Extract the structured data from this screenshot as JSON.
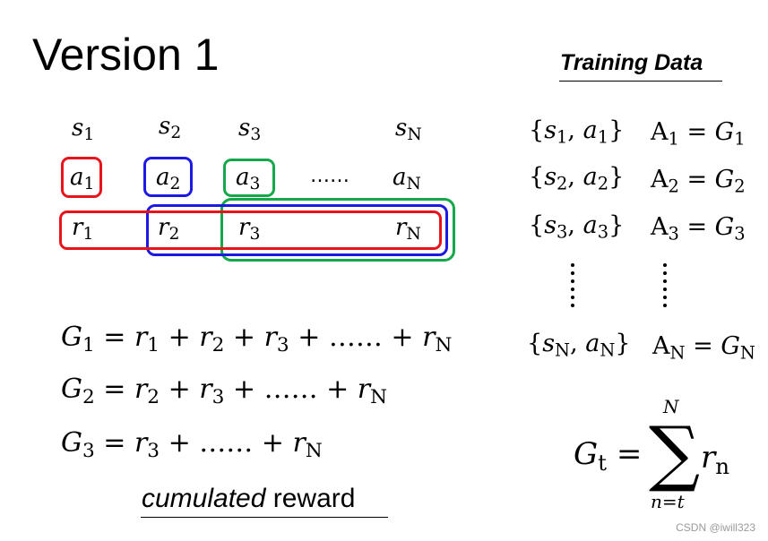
{
  "title": "Version 1",
  "training_data_title": "Training Data",
  "states": [
    {
      "base": "s",
      "sub": "1"
    },
    {
      "base": "s",
      "sub": "2"
    },
    {
      "base": "s",
      "sub": "3"
    },
    {
      "base": "s",
      "sub": "N"
    }
  ],
  "actions": [
    {
      "base": "a",
      "sub": "1"
    },
    {
      "base": "a",
      "sub": "2"
    },
    {
      "base": "a",
      "sub": "3"
    },
    {
      "base": "a",
      "sub": "N"
    }
  ],
  "rewards": [
    {
      "base": "r",
      "sub": "1"
    },
    {
      "base": "r",
      "sub": "2"
    },
    {
      "base": "r",
      "sub": "3"
    },
    {
      "base": "r",
      "sub": "N"
    }
  ],
  "ellipsis": "……",
  "equations": [
    {
      "lhs": "G",
      "lhs_sub": "1",
      "rhs": [
        [
          "r",
          "1"
        ],
        [
          "r",
          "2"
        ],
        [
          "r",
          "3"
        ],
        [
          "……",
          ""
        ],
        [
          "r",
          "N"
        ]
      ]
    },
    {
      "lhs": "G",
      "lhs_sub": "2",
      "rhs": [
        [
          "r",
          "2"
        ],
        [
          "r",
          "3"
        ],
        [
          "……",
          ""
        ],
        [
          "r",
          "N"
        ]
      ]
    },
    {
      "lhs": "G",
      "lhs_sub": "3",
      "rhs": [
        [
          "r",
          "3"
        ],
        [
          "……",
          ""
        ],
        [
          "r",
          "N"
        ]
      ]
    }
  ],
  "caption_italic": "cumulated",
  "caption_rest": " reward",
  "training_rows": [
    {
      "pair": [
        "s",
        "1",
        "a",
        "1"
      ],
      "A": [
        "A",
        "1"
      ],
      "G": [
        "G",
        "1"
      ]
    },
    {
      "pair": [
        "s",
        "2",
        "a",
        "2"
      ],
      "A": [
        "A",
        "2"
      ],
      "G": [
        "G",
        "2"
      ]
    },
    {
      "pair": [
        "s",
        "3",
        "a",
        "3"
      ],
      "A": [
        "A",
        "3"
      ],
      "G": [
        "G",
        "3"
      ]
    },
    {
      "pair": [
        "s",
        "N",
        "a",
        "N"
      ],
      "A": [
        "A",
        "N"
      ],
      "G": [
        "G",
        "N"
      ]
    }
  ],
  "formula": {
    "lhs": "G",
    "lhs_sub": "t",
    "upper": "N",
    "lower": "n=t",
    "term": "r",
    "term_sub": "n"
  },
  "watermark": "CSDN @iwill323",
  "colors": {
    "red": "#e8141c",
    "blue": "#1c19e0",
    "green": "#14a84a"
  }
}
